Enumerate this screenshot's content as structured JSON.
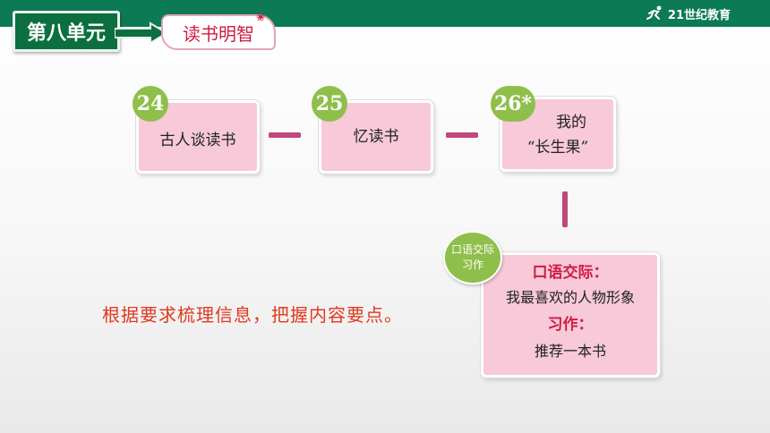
{
  "header": {
    "unit_label": "第八单元",
    "lesson_title": "读书明智",
    "logo_text": "21世纪教育"
  },
  "lessons": [
    {
      "number": "24",
      "title": "古人谈读书"
    },
    {
      "number": "25",
      "title": "忆读书"
    },
    {
      "number": "26*",
      "title_line1": "我的",
      "title_line2": "“长生果”"
    }
  ],
  "oral_bubble": {
    "line1": "口语交际",
    "line2": "习作"
  },
  "activity_card": {
    "oral_heading": "口语交际：",
    "oral_topic": "我最喜欢的人物形象",
    "writing_heading": "习作：",
    "writing_topic": "推荐一本书"
  },
  "instruction": "根据要求梳理信息，把握内容要点。",
  "colors": {
    "header_green": "#0d7a56",
    "card_pink": "#f7c9d9",
    "number_green": "#8fbf4b",
    "accent_red": "#d01c42",
    "instruction_orange": "#e0391e"
  }
}
